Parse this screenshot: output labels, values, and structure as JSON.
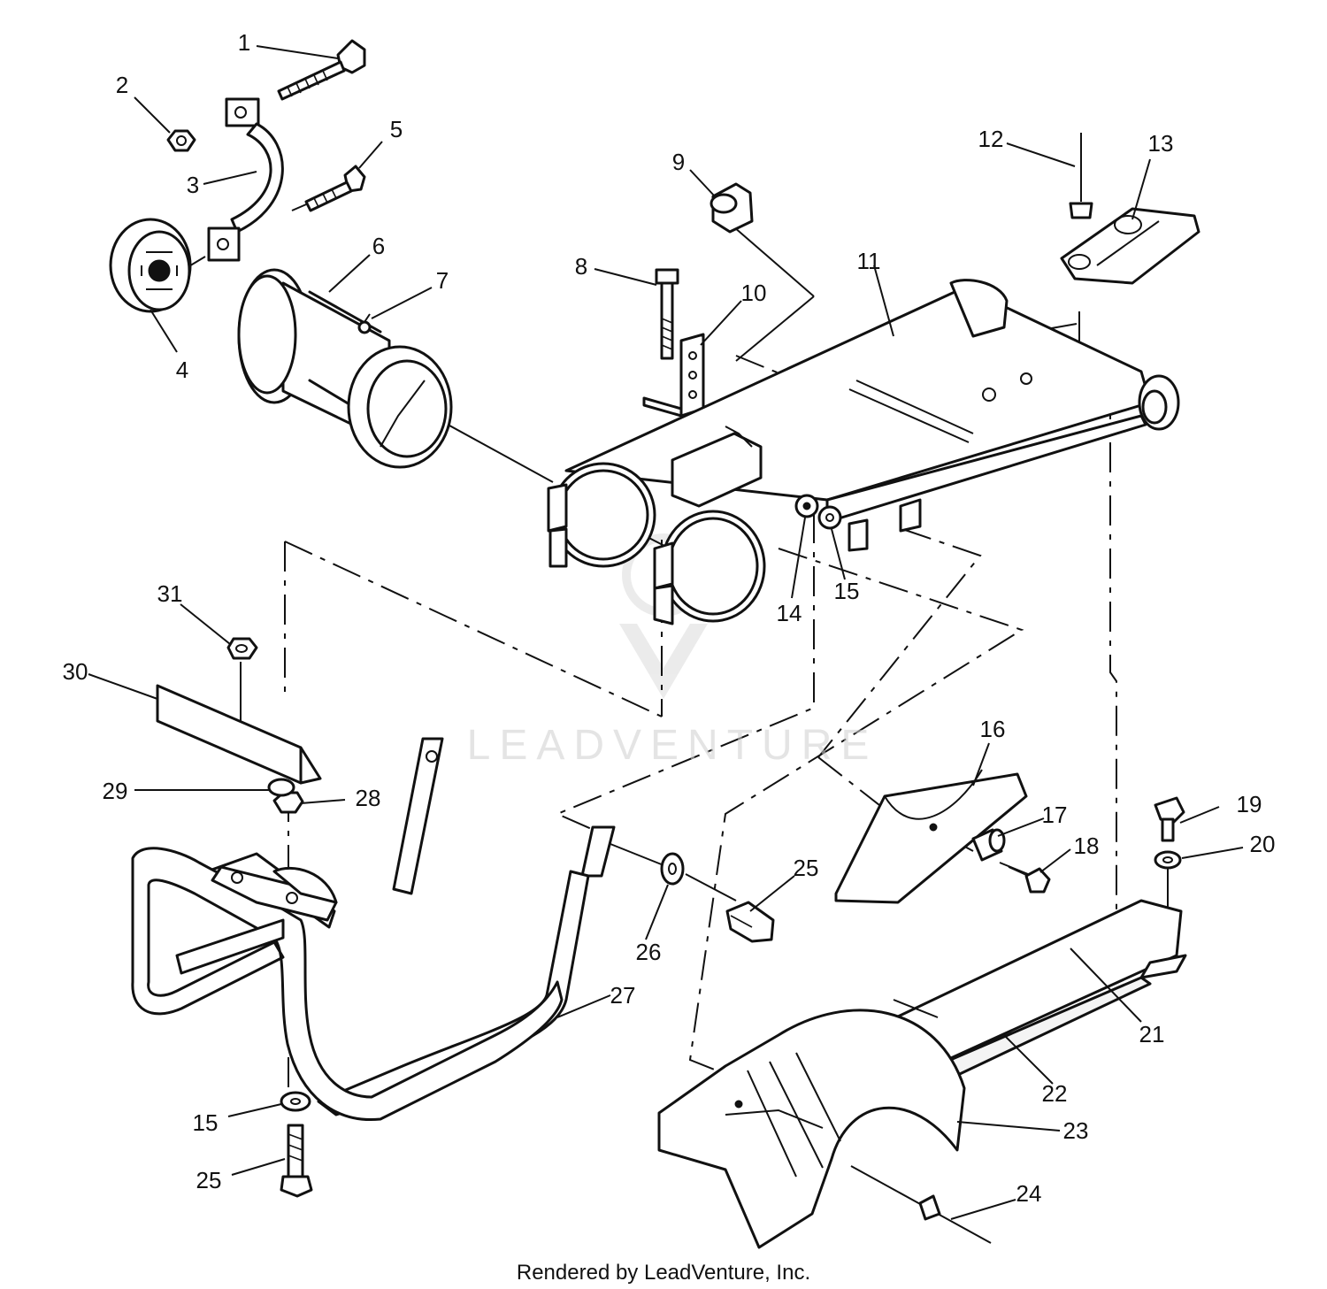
{
  "watermark": "LEADVENTURE",
  "footer": "Rendered by LeadVenture, Inc.",
  "callouts": {
    "c1": "1",
    "c2": "2",
    "c3": "3",
    "c4": "4",
    "c5": "5",
    "c6": "6",
    "c7": "7",
    "c8": "8",
    "c9": "9",
    "c10": "10",
    "c11": "11",
    "c12": "12",
    "c13": "13",
    "c14": "14",
    "c15a": "15",
    "c15b": "15",
    "c16": "16",
    "c17": "17",
    "c18": "18",
    "c19": "19",
    "c20": "20",
    "c21": "21",
    "c22": "22",
    "c23": "23",
    "c24": "24",
    "c25a": "25",
    "c25b": "25",
    "c26": "26",
    "c27": "27",
    "c28": "28",
    "c29": "29",
    "c30": "30",
    "c31": "31"
  },
  "icons": {
    "watermark_logo": "leadventure-logo"
  }
}
